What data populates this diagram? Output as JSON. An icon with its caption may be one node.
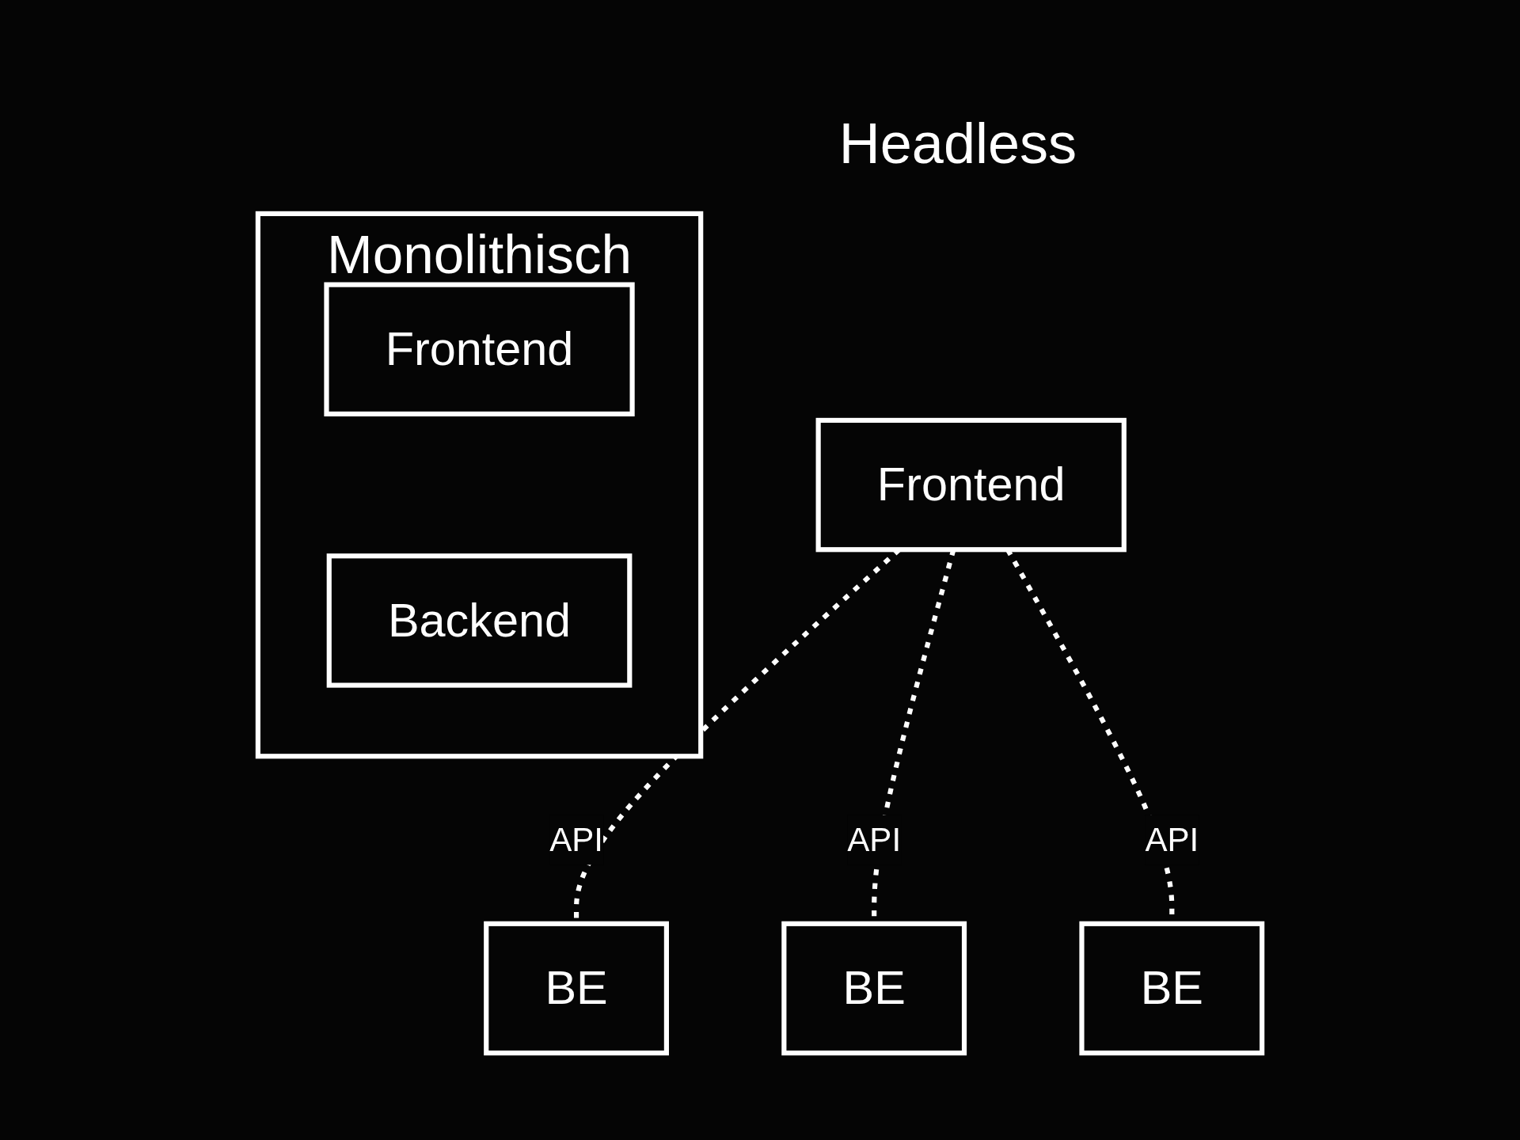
{
  "diagram": {
    "nodes": [
      {
        "text": [
          "Monolithisch"
        ]
      },
      {
        "text": [
          "Frontend"
        ],
        "in": 0
      },
      {
        "text": [
          "Backend"
        ],
        "in": 0
      },
      {
        "text": [
          "Frontend"
        ]
      },
      {
        "text": [
          "BE"
        ]
      },
      {
        "text": [
          "BE"
        ]
      },
      {
        "text": [
          "BE"
        ]
      }
    ],
    "edges": [
      {
        "from": 3,
        "to": 4,
        "arrow": "none",
        "label": "API",
        "style": "dashed"
      },
      {
        "from": 3,
        "to": 5,
        "arrow": "none",
        "label": "API",
        "style": "dashed"
      },
      {
        "from": 3,
        "to": 6,
        "arrow": "none",
        "label": "API",
        "style": "dashed"
      }
    ],
    "labels": [
      "Headless"
    ]
  }
}
